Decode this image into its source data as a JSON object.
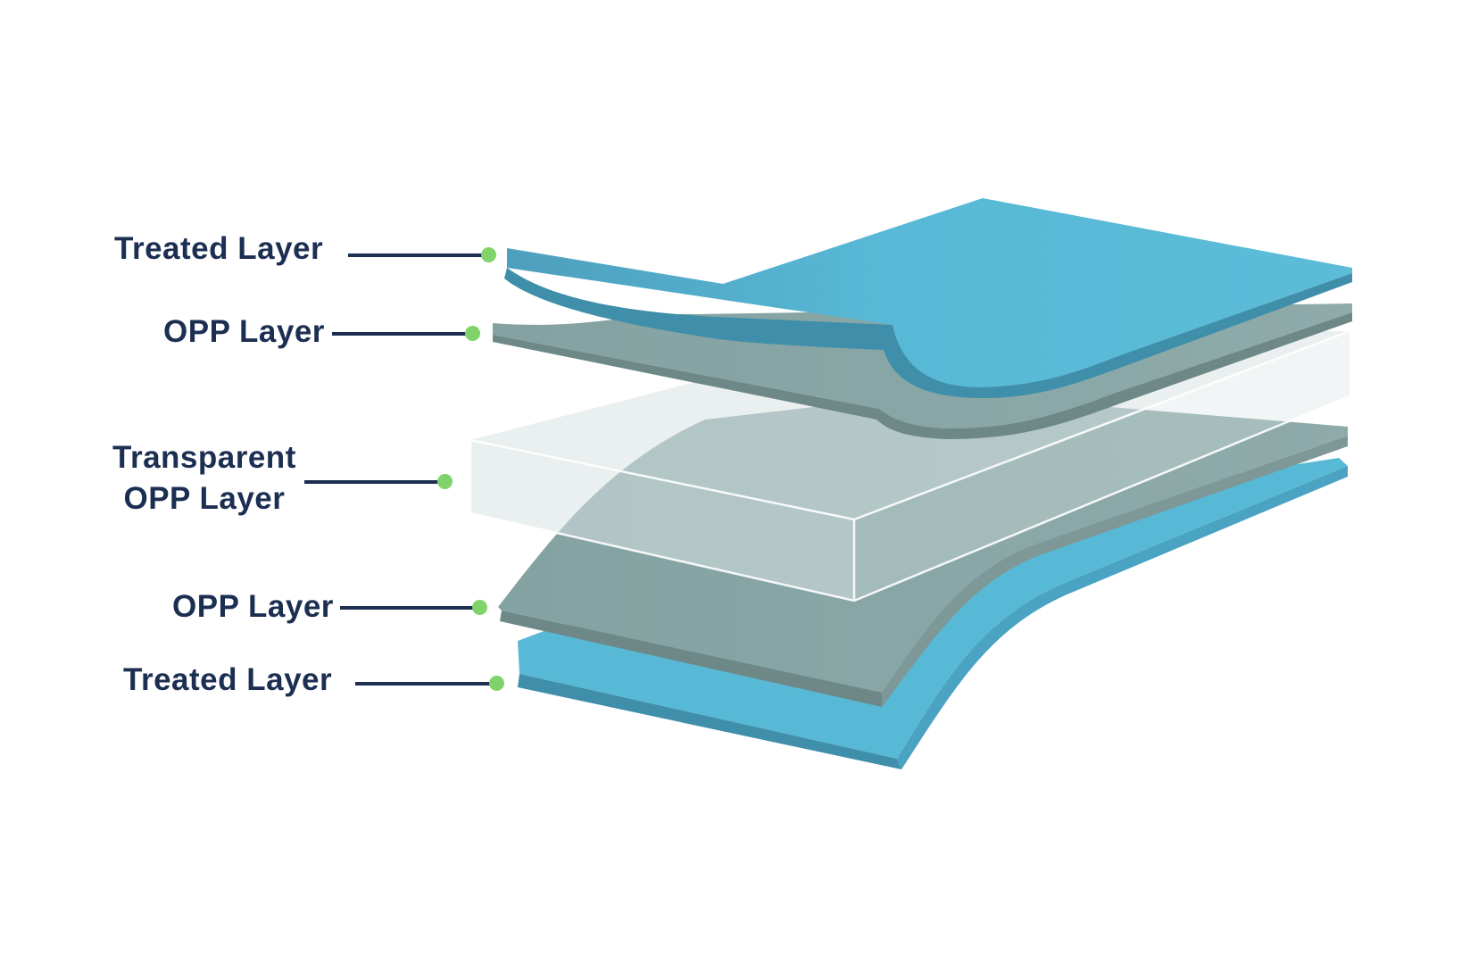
{
  "diagram": {
    "layers": [
      {
        "id": "top-treated",
        "label": "Treated Layer",
        "color": "#58b9d6"
      },
      {
        "id": "top-opp",
        "label": "OPP Layer",
        "color": "#8eabaa"
      },
      {
        "id": "transparent-opp",
        "label_lines": [
          "Transparent",
          "OPP Layer"
        ],
        "color": "#d8e2e3"
      },
      {
        "id": "bottom-opp",
        "label": "OPP Layer",
        "color": "#8eabaa"
      },
      {
        "id": "bottom-treated",
        "label": "Treated Layer",
        "color": "#58b9d6"
      }
    ],
    "colors": {
      "label_text": "#1c2f52",
      "leader_line": "#1c2f52",
      "dot": "#7fd36a",
      "treated_face": "#58b9d6",
      "treated_edge": "#3f8eaa",
      "opp_face": "#8eabaa",
      "opp_edge": "#6e8887",
      "transparent_face": "#d8e2e3",
      "transparent_edge": "#ffffff"
    }
  }
}
